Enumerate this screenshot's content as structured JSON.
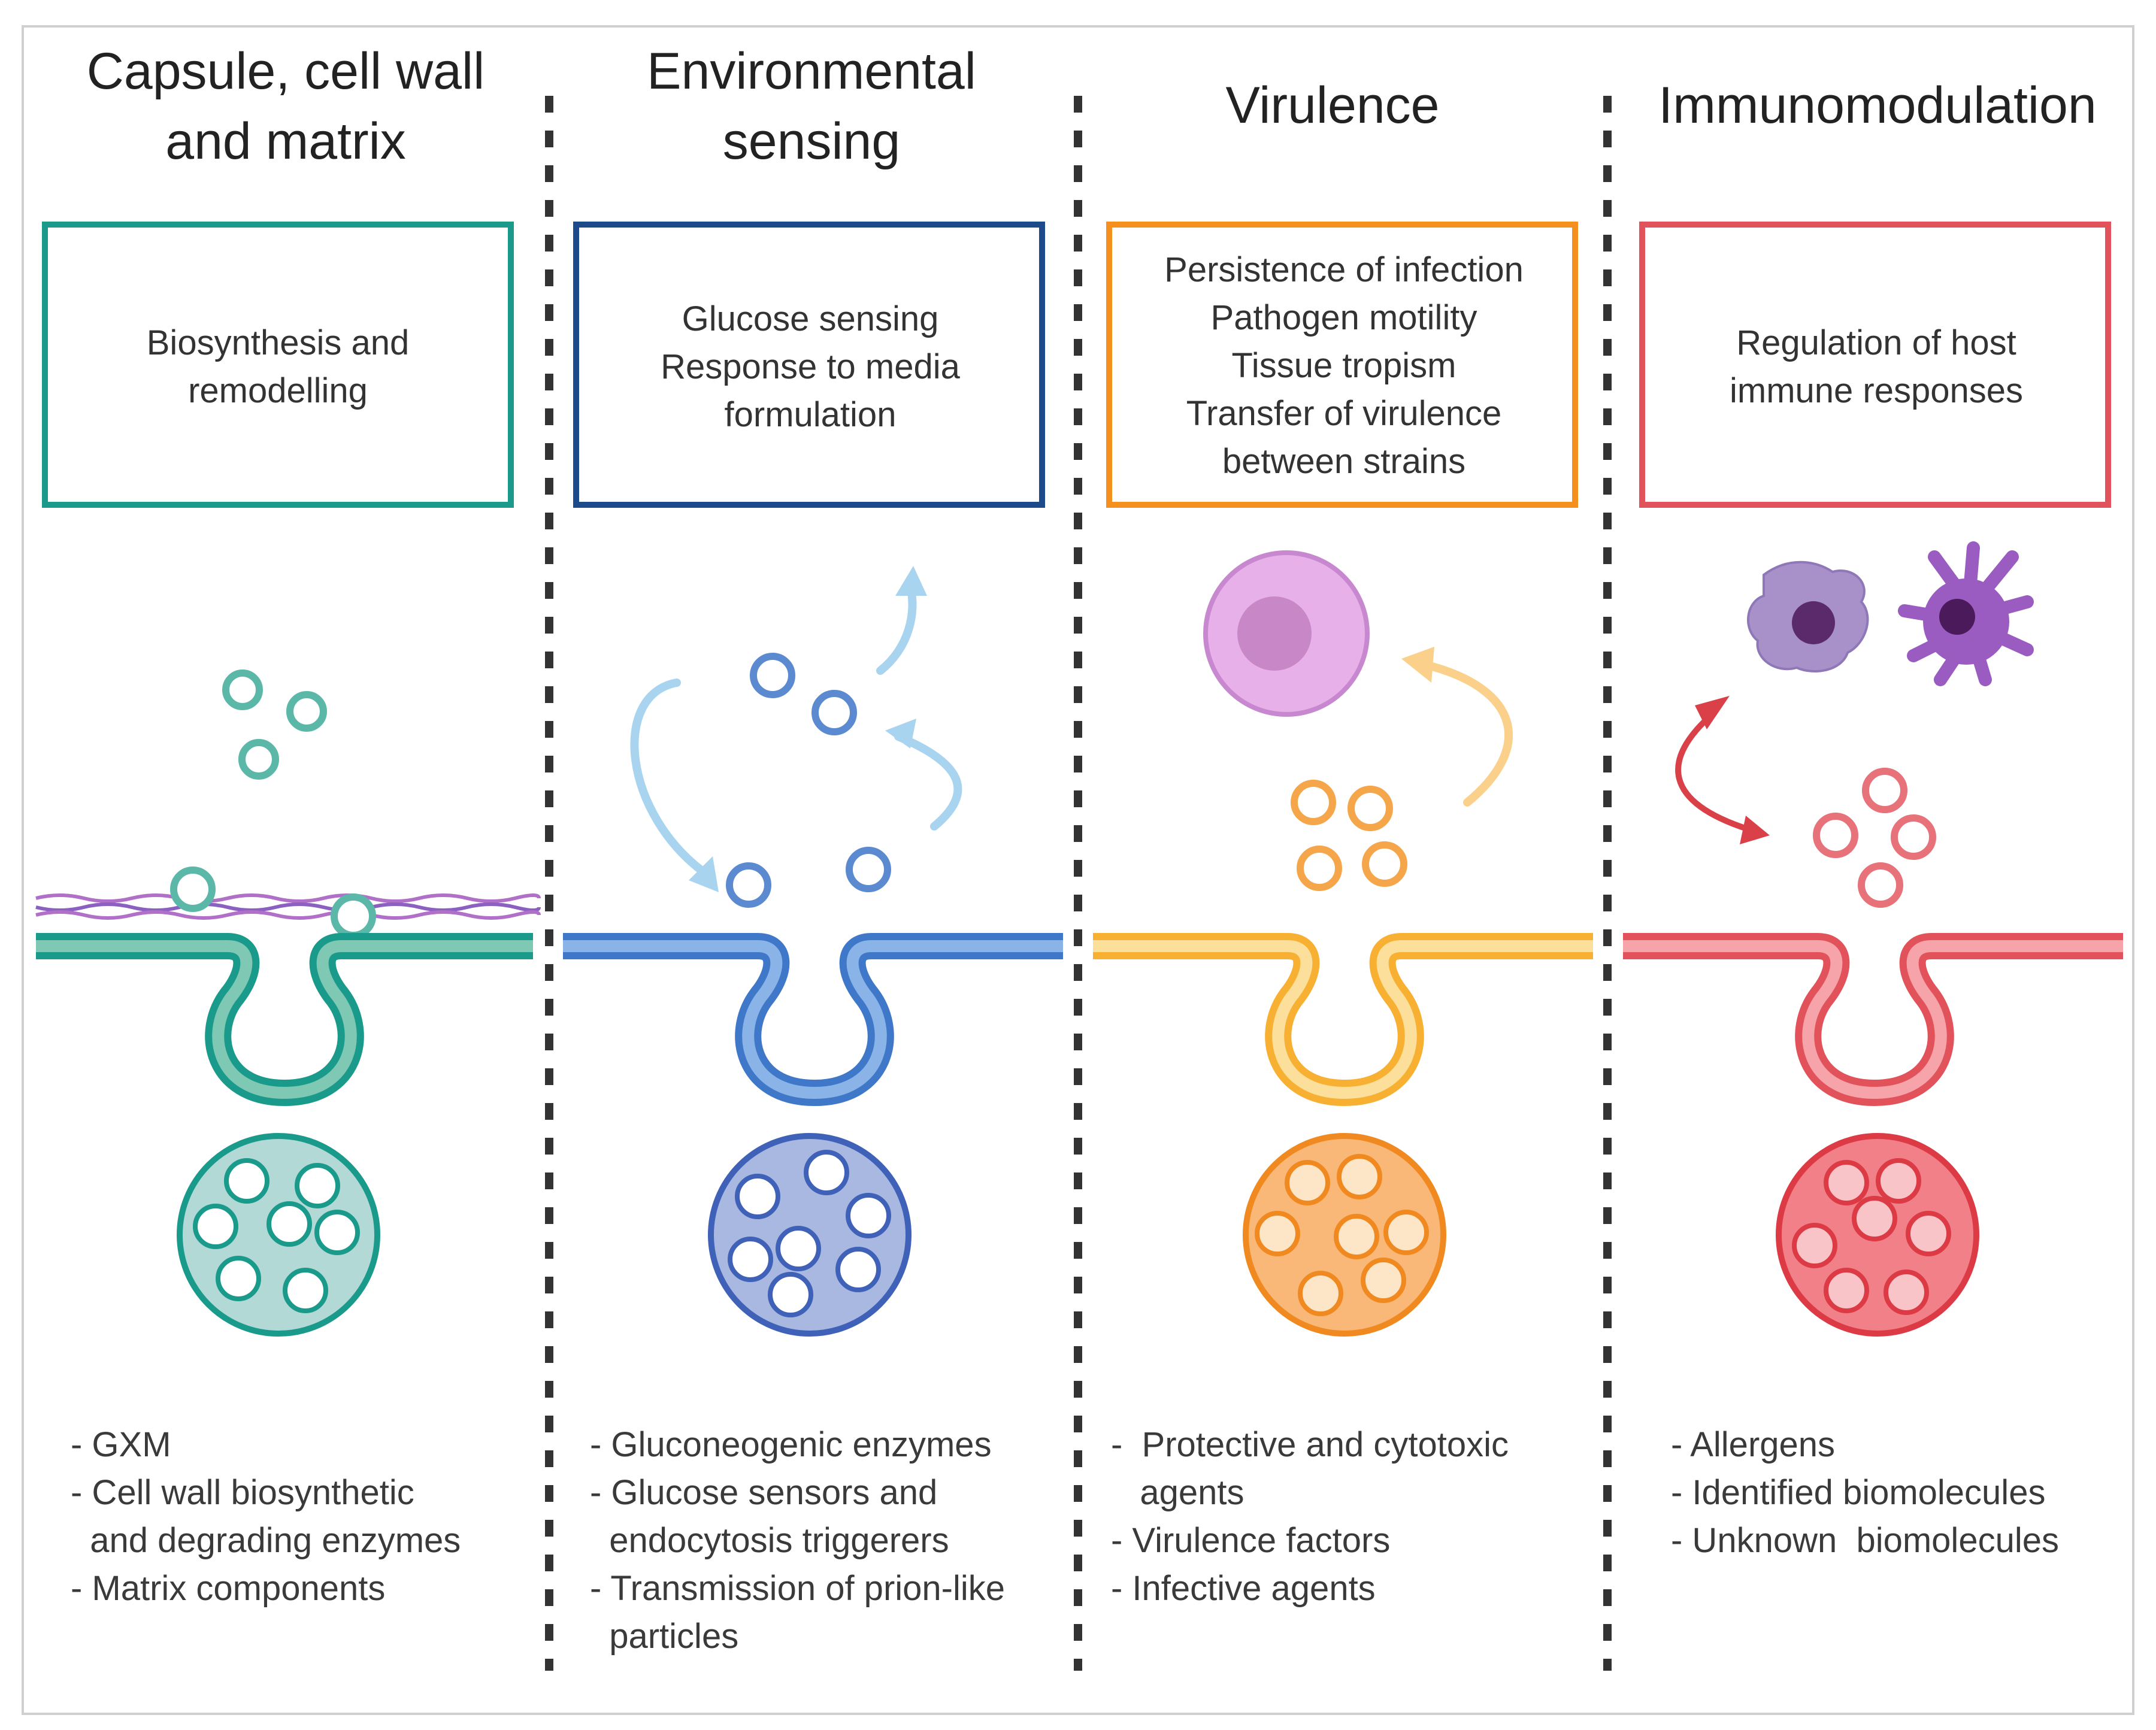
{
  "colors": {
    "teal": "#1a9a8a",
    "teal_fill": "#b3d9d6",
    "teal_vesicle": "#5bb8a8",
    "blue": "#1c4a8a",
    "blue_fill": "#a8b8e0",
    "blue_vesicle": "#5b8ad0",
    "blue_arrow": "#a8d4f0",
    "orange": "#f5901e",
    "orange_fill": "#f9b878",
    "orange_vesicle": "#f6a64a",
    "orange_arrow": "#fad08a",
    "red": "#e2525a",
    "red_fill": "#f4a0a6",
    "red_vesicle": "#e8727a",
    "red_arrow": "#d94048",
    "violet": "#b070c8",
    "divider": "#333333"
  },
  "panels": [
    {
      "title_lines": [
        "Capsule, cell wall",
        "and matrix"
      ],
      "box_lines": [
        "Biosynthesis and",
        "remodelling"
      ],
      "list_lines": [
        "- GXM",
        "- Cell wall biosynthetic",
        "  and degrading enzymes",
        "- Matrix components"
      ]
    },
    {
      "title_lines": [
        "Environmental",
        "sensing"
      ],
      "box_lines": [
        "Glucose sensing",
        "Response to media",
        "formulation"
      ],
      "list_lines": [
        "- Gluconeogenic enzymes",
        "- Glucose sensors and",
        "  endocytosis triggerers",
        "- Transmission of prion-like",
        "  particles"
      ]
    },
    {
      "title_lines": [
        "Virulence"
      ],
      "box_lines": [
        "Persistence of infection",
        "Pathogen motility",
        "Tissue tropism",
        "Transfer of virulence",
        "between strains"
      ],
      "list_lines": [
        "-  Protective and cytotoxic",
        "   agents",
        "- Virulence factors",
        "- Infective agents"
      ]
    },
    {
      "title_lines": [
        "Immunomodulation"
      ],
      "box_lines": [
        "Regulation of host",
        "immune responses"
      ],
      "list_lines": [
        "- Allergens",
        "- Identified biomolecules",
        "- Unknown  biomolecules"
      ]
    }
  ]
}
